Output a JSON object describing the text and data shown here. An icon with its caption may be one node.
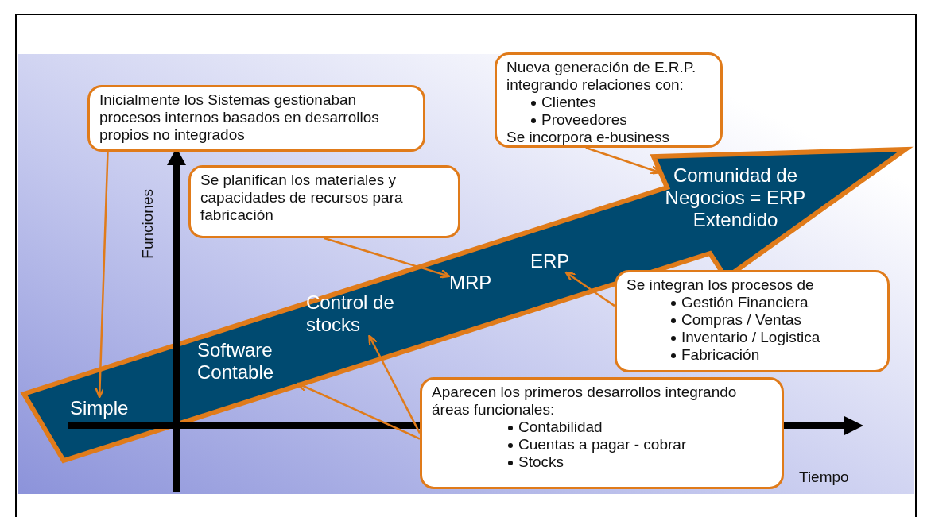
{
  "diagram": {
    "nodes": [
      {
        "text": [
          "Inicialmente los Sistemas gestionaban procesos internos basados en desarrollos propios no integrados"
        ]
      },
      {
        "text": [
          "Nueva generación de E.R.P. integrando relaciones con:",
          "Clientes",
          "Proveedores",
          "Se incorpora e-business"
        ]
      },
      {
        "text": [
          "Se planifican los materiales y capacidades de recursos para fabricación"
        ]
      },
      {
        "text": [],
        "shape": "arrow"
      },
      {
        "text": [
          "Comunidad de Negocios = ERP Extendido"
        ],
        "in": 3
      },
      {
        "text": [
          "ERP"
        ],
        "in": 3
      },
      {
        "text": [
          "MRP"
        ],
        "in": 3
      },
      {
        "text": [
          "Control de stocks"
        ],
        "in": 3
      },
      {
        "text": [
          "Software Contable"
        ],
        "in": 3
      },
      {
        "text": [
          "Simple"
        ],
        "in": 3
      },
      {
        "text": [
          "Se integran los procesos de",
          "Gestión Financiera",
          "Compras / Ventas",
          "Inventario / Logistica",
          "Fabricación"
        ]
      },
      {
        "text": [
          "Aparecen los primeros desarrollos integrando áreas funcionales:",
          "Contabilidad",
          "Cuentas a pagar - cobrar",
          "Stocks"
        ]
      }
    ],
    "edges": [
      {
        "from": 0,
        "to": 9,
        "arrow": "to"
      },
      {
        "from": 2,
        "to": 6,
        "arrow": "to"
      },
      {
        "from": 1,
        "to": 4,
        "arrow": "to"
      },
      {
        "from": 10,
        "to": 5,
        "arrow": "to"
      },
      {
        "from": 11,
        "to": 8,
        "arrow": "to"
      },
      {
        "from": 11,
        "to": 7,
        "arrow": "to"
      }
    ],
    "labels": [
      "Funciones",
      "Tiempo"
    ]
  }
}
